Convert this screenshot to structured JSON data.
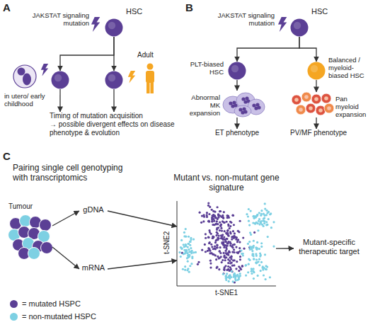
{
  "diagram": {
    "nodes": [
      {
        "text": [
          "HSC"
        ]
      },
      {
        "text": [
          "in utero/ early childhood"
        ]
      },
      {
        "text": [
          "Adult"
        ]
      },
      {
        "text": [
          "Timing of mutation acquisition",
          "→ possible divergent effects on disease phenotype & evolution"
        ]
      },
      {
        "text": [
          "HSC"
        ]
      },
      {
        "text": [
          "PLT-biased HSC"
        ]
      },
      {
        "text": [
          "Balanced / myeloid-biased HSC"
        ]
      },
      {
        "text": [
          "Abnormal MK expansion"
        ]
      },
      {
        "text": [
          "Pan myeloid expansion"
        ]
      },
      {
        "text": [
          "ET phenotype"
        ]
      },
      {
        "text": [
          "PV/MF phenotype"
        ]
      },
      {
        "text": [
          "Tumour"
        ]
      },
      {
        "text": [
          "gDNA"
        ]
      },
      {
        "text": [
          "mRNA"
        ]
      },
      {
        "text": [
          "Mutant vs. non-mutant gene signature"
        ]
      },
      {
        "text": [
          "Mutant-specific therapeutic target"
        ]
      }
    ],
    "edges": [
      {
        "from": 0,
        "to": 1,
        "arrow": "to"
      },
      {
        "from": 0,
        "to": 2,
        "arrow": "to"
      },
      {
        "from": 1,
        "to": 3,
        "arrow": "to"
      },
      {
        "from": 2,
        "to": 3,
        "arrow": "to"
      },
      {
        "from": 4,
        "to": 5,
        "arrow": "to"
      },
      {
        "from": 4,
        "to": 6,
        "arrow": "to"
      },
      {
        "from": 5,
        "to": 7,
        "arrow": "to"
      },
      {
        "from": 6,
        "to": 8,
        "arrow": "to"
      },
      {
        "from": 7,
        "to": 9,
        "arrow": "to"
      },
      {
        "from": 8,
        "to": 10,
        "arrow": "to"
      },
      {
        "from": 11,
        "to": 12,
        "arrow": "to"
      },
      {
        "from": 11,
        "to": 13,
        "arrow": "to"
      },
      {
        "from": 12,
        "to": 14,
        "arrow": "to"
      },
      {
        "from": 13,
        "to": 14,
        "arrow": "to"
      },
      {
        "from": 14,
        "to": 15,
        "arrow": "to"
      }
    ],
    "labels": [
      "A",
      "JAKSTAT signaling mutation",
      "B",
      "JAKSTAT signaling mutation",
      "C",
      "Pairing single cell genotyping with transcriptomics",
      "t-SNE2",
      "t-SNE1"
    ],
    "legend": [
      {
        "text": "= mutated HSPC",
        "color": "#5b3f95"
      },
      {
        "text": "= non-mutated HSPC",
        "color": "#7dd0e3"
      }
    ]
  }
}
